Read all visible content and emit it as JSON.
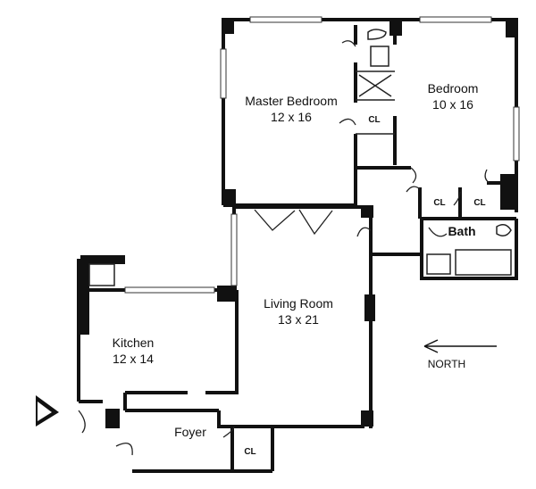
{
  "rooms": {
    "master_bedroom": {
      "name": "Master Bedroom",
      "dims": "12 x 16"
    },
    "bedroom": {
      "name": "Bedroom",
      "dims": "10 x 16"
    },
    "living_room": {
      "name": "Living Room",
      "dims": "13 x 21"
    },
    "kitchen": {
      "name": "Kitchen",
      "dims": "12 x 14"
    },
    "foyer": {
      "name": "Foyer"
    },
    "bath": {
      "name": "Bath"
    }
  },
  "closets": {
    "master": "CL",
    "hall_1": "CL",
    "hall_2": "CL",
    "foyer": "CL"
  },
  "compass": {
    "label": "NORTH",
    "direction": "left"
  }
}
